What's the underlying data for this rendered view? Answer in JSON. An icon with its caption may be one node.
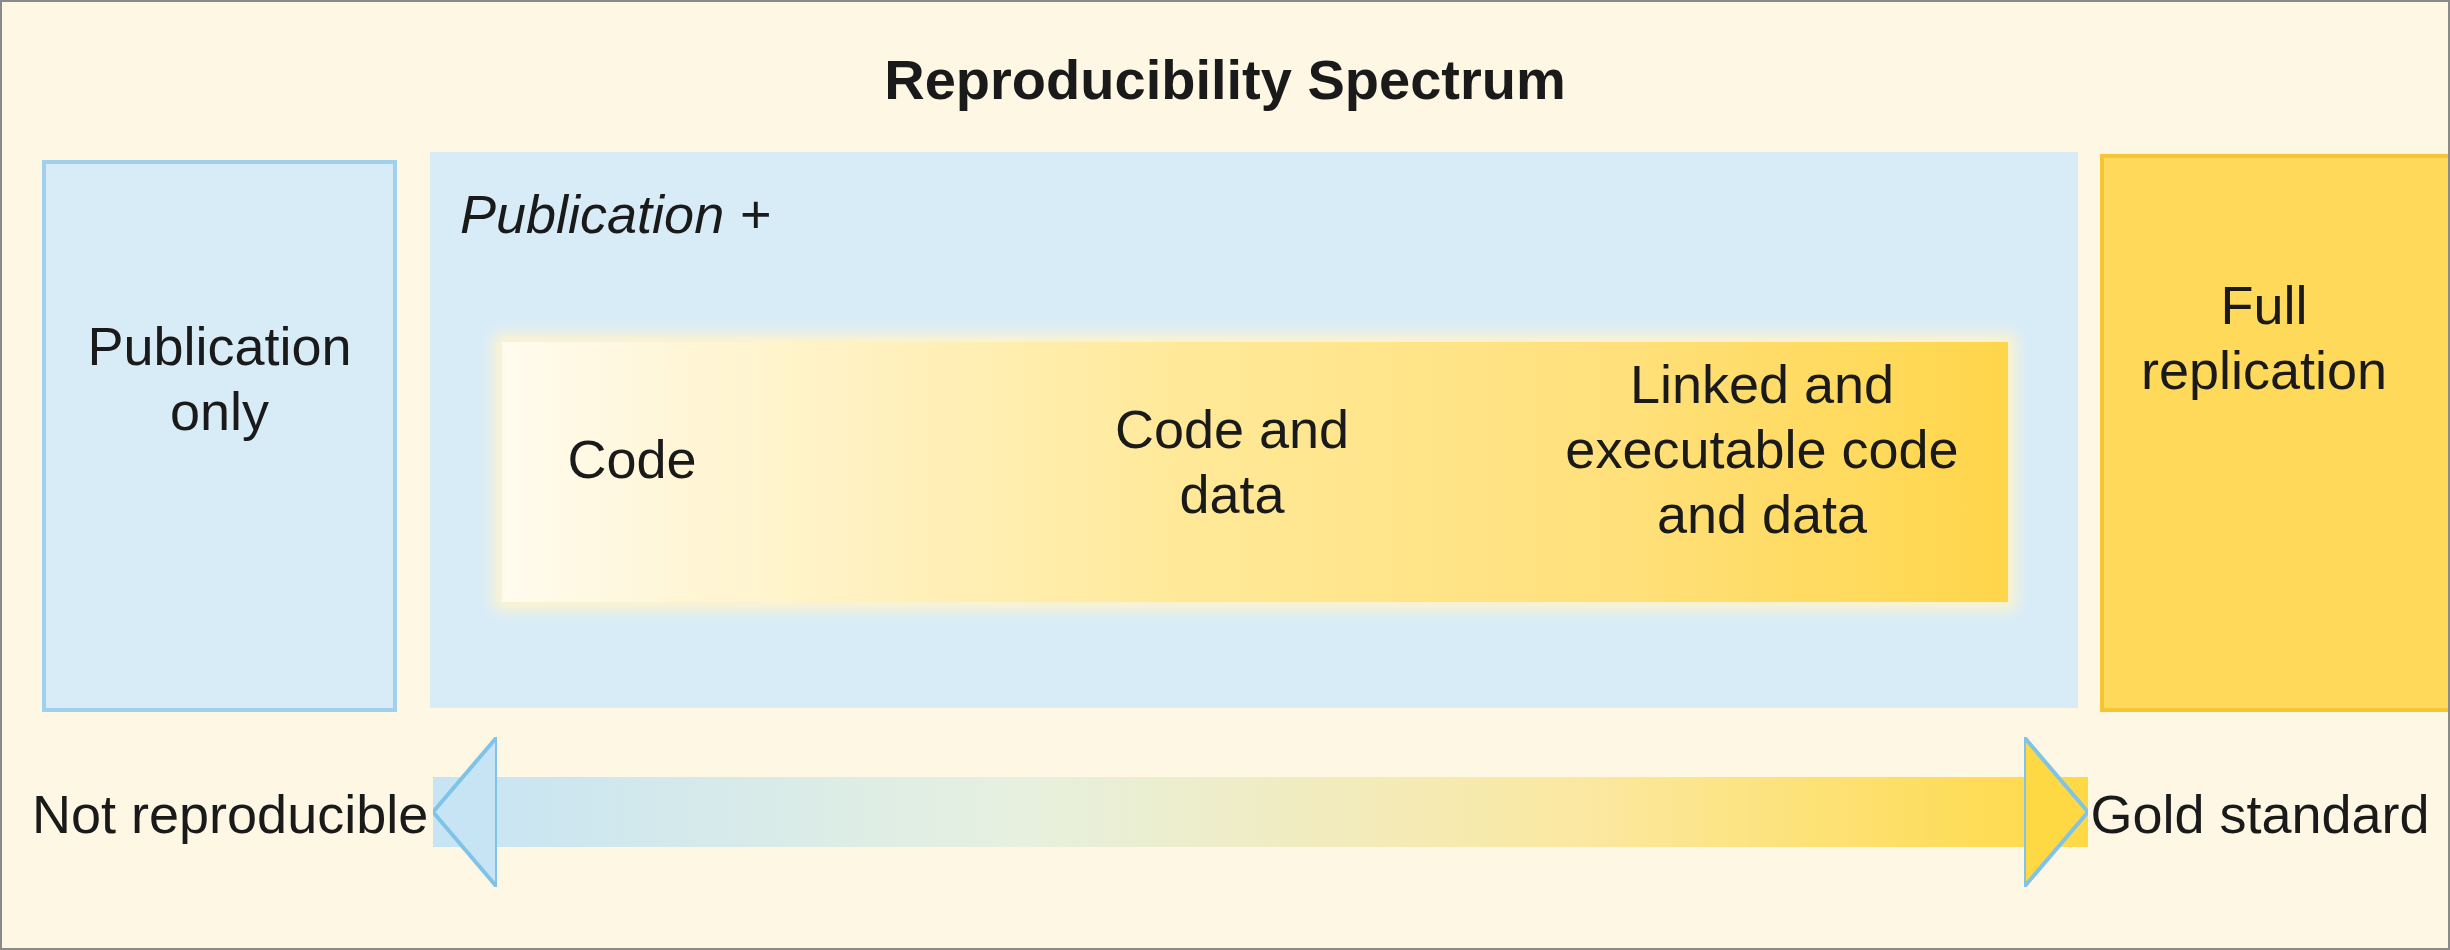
{
  "diagram": {
    "title": "Reproducibility Spectrum",
    "nodes": [
      {
        "text": [
          "Publication only"
        ]
      },
      {
        "text": [
          "Publication +"
        ]
      },
      {
        "text": [
          "Code",
          "Code and data",
          "Linked and executable code and data"
        ],
        "in": 1
      },
      {
        "text": [
          "Full replication"
        ]
      },
      {
        "text": [
          "Not reproducible"
        ]
      },
      {
        "text": [
          "Gold standard"
        ]
      }
    ],
    "edges": [
      {
        "from": 4,
        "to": 5,
        "arrow": "both"
      }
    ]
  }
}
